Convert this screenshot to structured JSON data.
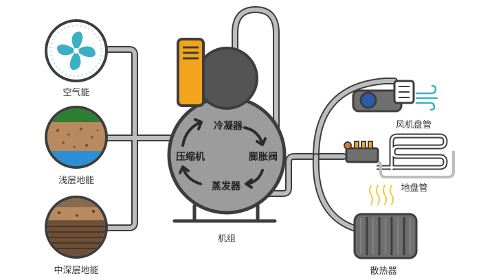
{
  "sources": {
    "air": "空气能",
    "shallow": "浅层地能",
    "deep": "中深层地能"
  },
  "unit": {
    "label": "机组",
    "cycle": {
      "compressor": "压缩机",
      "condenser": "冷凝器",
      "expansion_valve": "膨胀阀",
      "evaporator": "蒸发器"
    }
  },
  "terminals": {
    "fan_coil": "风机盘管",
    "floor_coil": "地盘管",
    "radiator": "散热器"
  },
  "colors": {
    "pipe": "#8a8a8a",
    "tank": "#9c9c9c",
    "outline": "#3d3d3d",
    "accent_orange": "#f2a51c",
    "fan_teal": "#3bb0c4",
    "grass_green": "#2e7d32",
    "soil_brown": "#b98a5f",
    "water_blue": "#2c8fd6",
    "heat_yellow": "#f5c842",
    "fan_blue": "#2a5ca8"
  }
}
